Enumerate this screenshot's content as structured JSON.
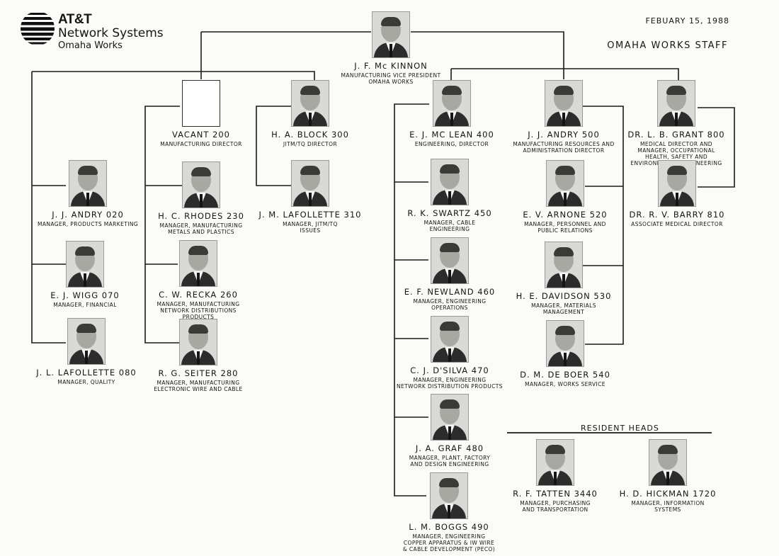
{
  "header": {
    "logo_text": "AT&T",
    "company": "Network Systems",
    "division": "Omaha Works",
    "date": "FEBUARY 15, 1988",
    "staff_title": "OMAHA WORKS STAFF"
  },
  "people": {
    "mckinnon": {
      "name": "J. F. Mc KINNON",
      "title": "MANUFACTURING VICE PRESIDENT\nOMAHA WORKS"
    },
    "vacant": {
      "name": "VACANT 200",
      "title": "MANUFACTURING DIRECTOR"
    },
    "block": {
      "name": "H. A. BLOCK 300",
      "title": "JITM/TQ DIRECTOR"
    },
    "mclean": {
      "name": "E. J. MC LEAN 400",
      "title": "ENGINEERING, DIRECTOR"
    },
    "andry500": {
      "name": "J. J. ANDRY 500",
      "title": "MANUFACTURING RESOURCES AND\nADMINISTRATION DIRECTOR"
    },
    "grant": {
      "name": "DR. L. B. GRANT 800",
      "title": "MEDICAL DIRECTOR AND\nMANAGER, OCCUPATIONAL\nHEALTH, SAFETY AND\nENVIRONMENTAL ENGINEERING"
    },
    "andry020": {
      "name": "J. J. ANDRY 020",
      "title": "MANAGER, PRODUCTS MARKETING"
    },
    "wigg": {
      "name": "E. J. WIGG 070",
      "title": "MANAGER, FINANCIAL"
    },
    "lafollette080": {
      "name": "J. L. LAFOLLETTE 080",
      "title": "MANAGER, QUALITY"
    },
    "rhodes": {
      "name": "H. C. RHODES 230",
      "title": "MANAGER, MANUFACTURING\nMETALS AND PLASTICS"
    },
    "recka": {
      "name": "C. W. RECKA 260",
      "title": "MANAGER, MANUFACTURING\nNETWORK DISTRIBUTIONS\nPRODUCTS"
    },
    "seiter": {
      "name": "R. G. SEITER 280",
      "title": "MANAGER, MANUFACTURING\nELECTRONIC WIRE AND CABLE"
    },
    "lafollette310": {
      "name": "J. M. LAFOLLETTE 310",
      "title": "MANAGER, JITM/TQ\nISSUES"
    },
    "swartz": {
      "name": "R. K. SWARTZ 450",
      "title": "MANAGER, CABLE\nENGINEERING"
    },
    "newland": {
      "name": "E. F. NEWLAND 460",
      "title": "MANAGER, ENGINEERING\nOPERATIONS"
    },
    "dsilva": {
      "name": "C. J. D'SILVA 470",
      "title": "MANAGER, ENGINEERING\nNETWORK DISTRIBUTION PRODUCTS"
    },
    "graf": {
      "name": "J. A. GRAF 480",
      "title": "MANAGER, PLANT, FACTORY\nAND DESIGN ENGINEERING"
    },
    "boggs": {
      "name": "L. M. BOGGS 490",
      "title": "MANAGER, ENGINEERING\nCOPPER APPARATUS & IW WIRE\n& CABLE DEVELOPMENT (PECO)"
    },
    "arnone": {
      "name": "E. V. ARNONE 520",
      "title": "MANAGER, PERSONNEL AND\nPUBLIC RELATIONS"
    },
    "davidson": {
      "name": "H. E. DAVIDSON 530",
      "title": "MANAGER, MATERIALS\nMANAGEMENT"
    },
    "deboer": {
      "name": "D. M. DE BOER 540",
      "title": "MANAGER, WORKS SERVICE"
    },
    "barry": {
      "name": "DR. R. V. BARRY 810",
      "title": "ASSOCIATE MEDICAL DIRECTOR"
    },
    "tatten": {
      "name": "R. F. TATTEN 3440",
      "title": "MANAGER, PURCHASING\nAND TRANSPORTATION"
    },
    "hickman": {
      "name": "H. D. HICKMAN 1720",
      "title": "MANAGER, INFORMATION\nSYSTEMS"
    }
  },
  "resident_heads_label": "RESIDENT HEADS"
}
